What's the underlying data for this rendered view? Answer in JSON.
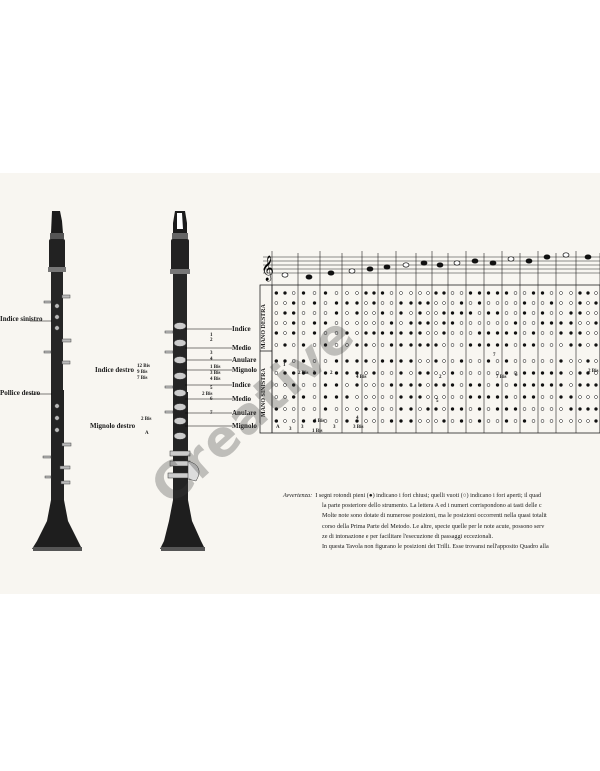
{
  "labels_left": {
    "indice_sinistro": "Indice sinistro",
    "pollice_destro": "Pollice destro"
  },
  "labels_right": {
    "indice_top": "Indice",
    "medio_top": "Medio",
    "anulare_top": "Anulare",
    "mignolo_top": "Mignolo",
    "indice_bottom": "Indice",
    "medio_bottom": "Medio",
    "anulare_bottom": "Anulare",
    "mignolo_bottom": "Mignolo",
    "indice_destro": "Indice destro",
    "mignolo_destro": "Mignolo destro"
  },
  "key_marks": [
    "12 Bis",
    "9 Bis",
    "7 Bis",
    "1 Bis",
    "3 Bis",
    "4 Bis",
    "2 Bis",
    "2 Bis",
    "A",
    "1",
    "2",
    "3",
    "4",
    "5",
    "6",
    "7"
  ],
  "table": {
    "mano_sinistra": "MANO SINISTRA",
    "mano_destra": "MANO DESTRA",
    "marks": [
      "1",
      "2 Bis",
      "3",
      "2",
      "4 Bis",
      "4",
      "A",
      "3",
      "1 Bis",
      "3",
      "3 Bis",
      "2",
      "6",
      "7",
      "7 Bis",
      "5",
      "2 Bis",
      "1 Bis",
      "3"
    ]
  },
  "note": {
    "lead": "Avvertenza:",
    "lines": [
      "I segni rotondi pieni (●) indicano i fori chiusi; quelli vuoti (○) indicano i fori aperti; il quad",
      "la parte posteriore dello strumento. La lettera A ed i numeri corrispondono ai tasti delle c",
      "Molte note sono dotate di numerose posizioni, ma le posizioni occorrenti nella quasi totalit",
      "corso della Prima Parte del Metodo. Le altre, specie quelle per le note acute, possono serv",
      "ze di intonazione e per facilitare l'esecuzione di passaggi eccezionali.",
      "In questa Tavola non figurano le posizioni dei Trilli. Esse trovansi nell'apposito Quadro alla"
    ]
  },
  "watermark": "Creative"
}
